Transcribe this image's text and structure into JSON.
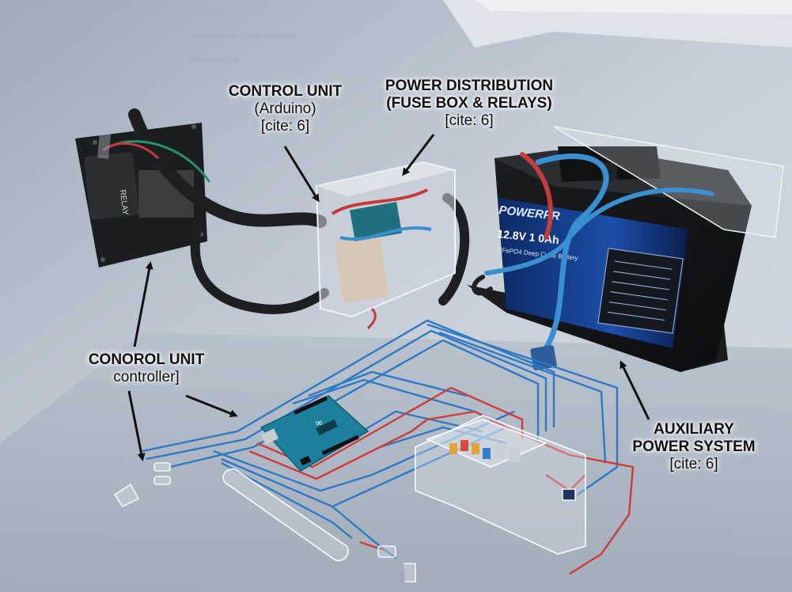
{
  "labels": {
    "control_unit": {
      "line1": "CONTROL UNIT",
      "line2": "(Arduino)",
      "line3": "[cite: 6]"
    },
    "power_distribution": {
      "line1": "POWER DISTRIBUTION",
      "line2": "(FUSE BOX & RELAYS)",
      "line3": "[cite: 6]"
    },
    "conorol_unit": {
      "line1": "CONOROL UNIT",
      "line2": "controller]"
    },
    "auxiliary_power": {
      "line1": "AUXILIARY",
      "line2": "POWER SYSTEM",
      "line3": "[cite: 6]"
    }
  },
  "component_text": {
    "relay_label": "RELAY",
    "battery_brand": "POWERPR",
    "battery_spec": "12.8V 1 0Ah",
    "battery_type": "LiFePO4 Deep Cycle Battery",
    "arduino_logo": "∞"
  },
  "colors": {
    "wall": "#c3ccd7",
    "floor": "#aab5c1",
    "blue_wire": "#2f78c4",
    "red_wire": "#d23a3a",
    "arduino": "#1c7f9b",
    "battery": "#131518"
  }
}
